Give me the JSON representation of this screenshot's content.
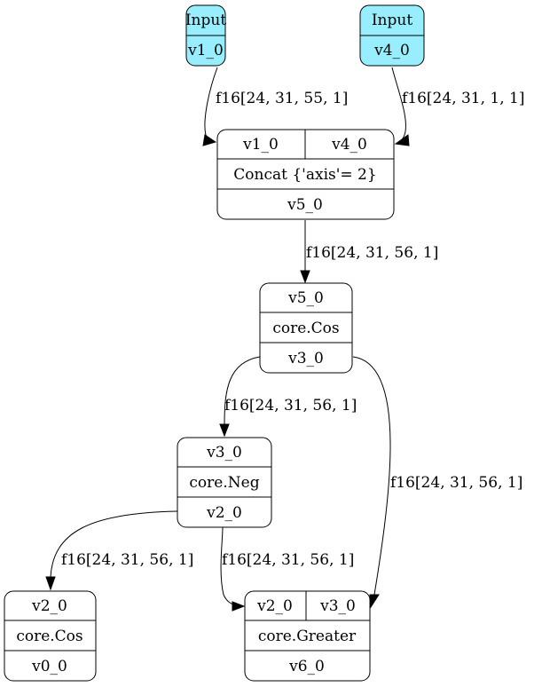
{
  "colors": {
    "input_fill": "#98eeff",
    "node_fill": "#ffffff",
    "stroke": "#000000"
  },
  "nodes": {
    "input_v1": {
      "type": "Input",
      "name": "v1_0"
    },
    "input_v4": {
      "type": "Input",
      "name": "v4_0"
    },
    "concat": {
      "inputs": [
        "v1_0",
        "v4_0"
      ],
      "op": "Concat {'axis'= 2}",
      "output": "v5_0"
    },
    "cos1": {
      "inputs": [
        "v5_0"
      ],
      "op": "core.Cos",
      "output": "v3_0"
    },
    "neg": {
      "inputs": [
        "v3_0"
      ],
      "op": "core.Neg",
      "output": "v2_0"
    },
    "cos2": {
      "inputs": [
        "v2_0"
      ],
      "op": "core.Cos",
      "output": "v0_0"
    },
    "greater": {
      "inputs": [
        "v2_0",
        "v3_0"
      ],
      "op": "core.Greater",
      "output": "v6_0"
    }
  },
  "edges": [
    {
      "from": "input_v1",
      "to": "concat",
      "label": "f16[24, 31, 55, 1]"
    },
    {
      "from": "input_v4",
      "to": "concat",
      "label": "f16[24, 31, 1, 1]"
    },
    {
      "from": "concat",
      "to": "cos1",
      "label": "f16[24, 31, 56, 1]"
    },
    {
      "from": "cos1",
      "to": "neg",
      "label": "f16[24, 31, 56, 1]"
    },
    {
      "from": "cos1",
      "to": "greater",
      "label": "f16[24, 31, 56, 1]"
    },
    {
      "from": "neg",
      "to": "cos2",
      "label": "f16[24, 31, 56, 1]"
    },
    {
      "from": "neg",
      "to": "greater",
      "label": "f16[24, 31, 56, 1]"
    }
  ]
}
